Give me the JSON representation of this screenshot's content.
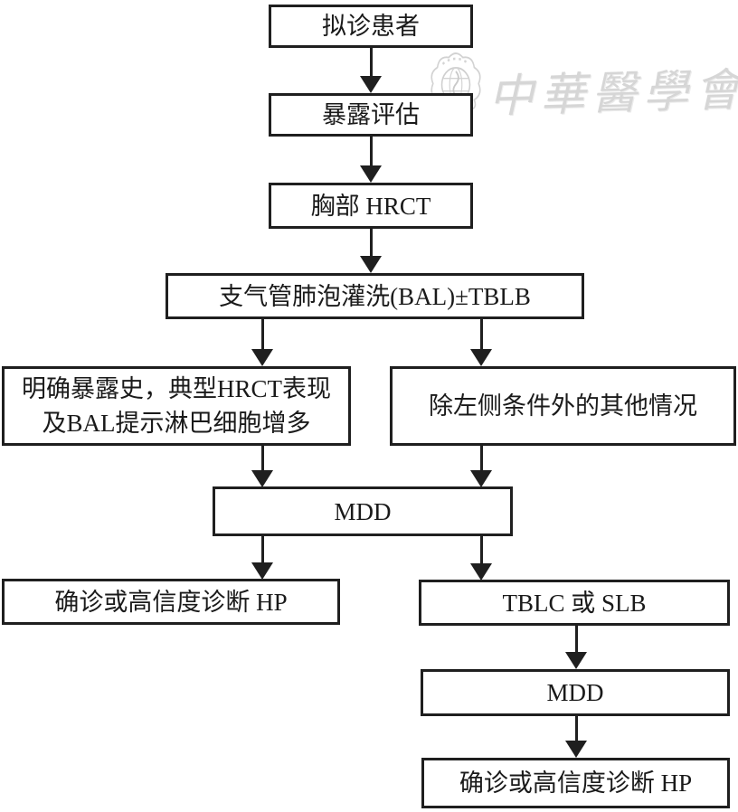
{
  "watermark": {
    "seal_icon": "chinese-medical-association-emblem",
    "text": "中華醫學會"
  },
  "flowchart": {
    "nodes": {
      "suspected": {
        "label": "拟诊患者"
      },
      "exposure": {
        "label": "暴露评估"
      },
      "hrct": {
        "label": "胸部 HRCT"
      },
      "bal": {
        "label": "支气管肺泡灌洗(BAL)±TBLB"
      },
      "left_criteria": {
        "label": "明确暴露史，典型HRCT表现及BAL提示淋巴细胞增多"
      },
      "right_other": {
        "label": "除左侧条件外的其他情况"
      },
      "mdd1": {
        "label": "MDD"
      },
      "confirm_left": {
        "label": "确诊或高信度诊断 HP"
      },
      "tblc": {
        "label": "TBLC 或 SLB"
      },
      "mdd2": {
        "label": "MDD"
      },
      "confirm_right": {
        "label": "确诊或高信度诊断 HP"
      }
    }
  }
}
